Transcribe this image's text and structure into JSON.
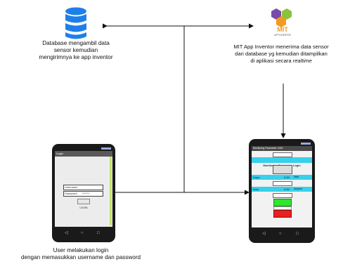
{
  "database_node": {
    "icon": "database-icon",
    "caption_lines": [
      "Database mengambil data",
      "sensor kemudian",
      "mengirimnya ke app inventor"
    ]
  },
  "mit_node": {
    "logo_text": "MIT",
    "logo_subtext": "APP INVENTOR",
    "caption_lines": [
      "MIT App Inventor menerima data sensor",
      "dari database yg kemudian ditampilkan"
    ],
    "caption_line3_prefix": "di aplikasi secara ",
    "caption_line3_emphasis": "realtime"
  },
  "login_phone": {
    "app_title": "Login",
    "username_placeholder": "Username",
    "password_placeholder": "Password",
    "password_mask": "••••••••••",
    "login_button": "LOGIN",
    "caption_lines": [
      "User melakukan login",
      "dengan memasukkan username dan password"
    ]
  },
  "monitor_phone": {
    "app_title": "Monitoring Parameter 1000",
    "header_banner": "Monitoring Parameter Login",
    "rows": [
      {
        "label": "Daya",
        "value": "0.00",
        "unit": "Watt"
      },
      {
        "label": "Arus",
        "value": "0.00",
        "unit": "Ampere"
      }
    ],
    "colors": {
      "cyan": "#38d0ea",
      "green": "#2ee62e",
      "red": "#e82020"
    }
  },
  "colors": {
    "database_blue": "#1f7fe8",
    "arrow": "#111111",
    "mit_orange": "#f39a1f",
    "mit_purple": "#7a4aa8",
    "mit_green": "#8ac43f"
  }
}
